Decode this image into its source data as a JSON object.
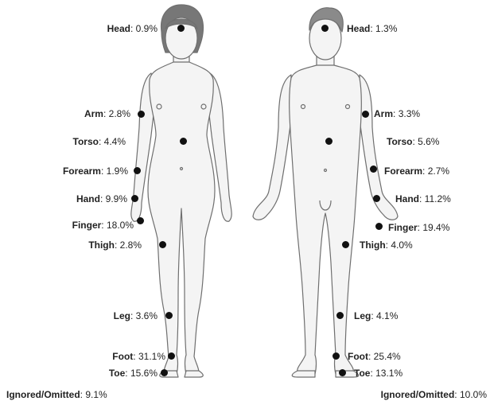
{
  "female": {
    "labels": [
      {
        "name": "Head",
        "value": "0.9%"
      },
      {
        "name": "Arm",
        "value": "2.8%"
      },
      {
        "name": "Torso",
        "value": "4.4%"
      },
      {
        "name": "Forearm",
        "value": "1.9%"
      },
      {
        "name": "Hand",
        "value": "9.9%"
      },
      {
        "name": "Finger",
        "value": "18.0%"
      },
      {
        "name": "Thigh",
        "value": "2.8%"
      },
      {
        "name": "Leg",
        "value": "3.6%"
      },
      {
        "name": "Foot",
        "value": "31.1%"
      },
      {
        "name": "Toe",
        "value": "15.6%"
      }
    ],
    "ignored": {
      "name": "Ignored/Omitted",
      "value": "9.1%"
    }
  },
  "male": {
    "labels": [
      {
        "name": "Head",
        "value": "1.3%"
      },
      {
        "name": "Arm",
        "value": "3.3%"
      },
      {
        "name": "Torso",
        "value": "5.6%"
      },
      {
        "name": "Forearm",
        "value": "2.7%"
      },
      {
        "name": "Hand",
        "value": "11.2%"
      },
      {
        "name": "Finger",
        "value": "19.4%"
      },
      {
        "name": "Thigh",
        "value": "4.0%"
      },
      {
        "name": "Leg",
        "value": "4.1%"
      },
      {
        "name": "Foot",
        "value": "25.4%"
      },
      {
        "name": "Toe",
        "value": "13.1%"
      }
    ],
    "ignored": {
      "name": "Ignored/Omitted",
      "value": "10.0%"
    }
  },
  "colors": {
    "skin": "#f4f4f4",
    "outline": "#6f6f6f",
    "hair_female": "#777777",
    "hair_male": "#8a8a8a",
    "dot": "#111111"
  }
}
